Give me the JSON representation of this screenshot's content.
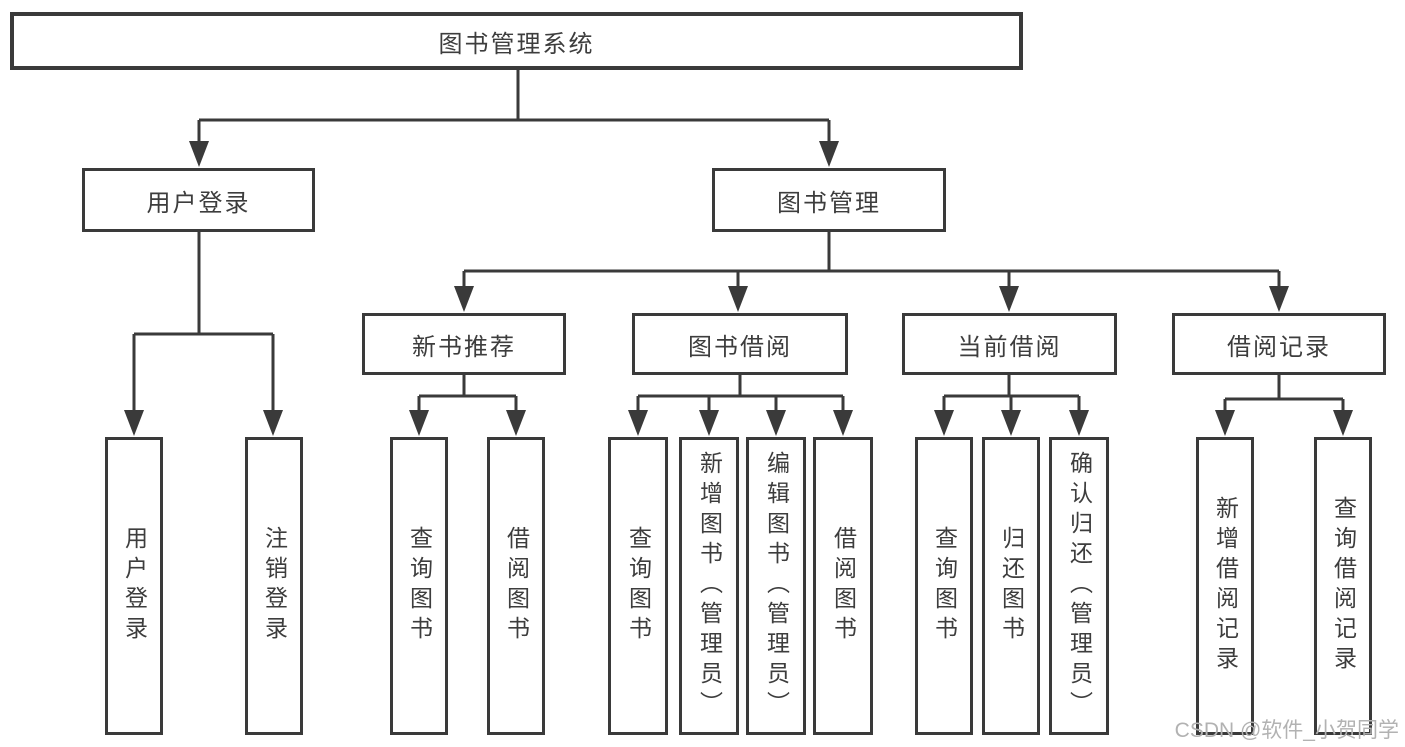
{
  "diagram": {
    "root": {
      "label": "图书管理系统"
    },
    "level2": [
      {
        "id": "user-login",
        "label": "用户登录"
      },
      {
        "id": "book-management",
        "label": "图书管理"
      }
    ],
    "level3": [
      {
        "id": "new-book-recommend",
        "label": "新书推荐",
        "parent": "图书管理"
      },
      {
        "id": "book-borrowing",
        "label": "图书借阅",
        "parent": "图书管理"
      },
      {
        "id": "current-borrowing",
        "label": "当前借阅",
        "parent": "图书管理"
      },
      {
        "id": "borrowing-records",
        "label": "借阅记录",
        "parent": "图书管理"
      }
    ],
    "leaves": [
      {
        "label": "用户登录",
        "parent": "用户登录"
      },
      {
        "label": "注销登录",
        "parent": "用户登录"
      },
      {
        "label": "查询图书",
        "parent": "新书推荐"
      },
      {
        "label": "借阅图书",
        "parent": "新书推荐"
      },
      {
        "label": "查询图书",
        "parent": "图书借阅"
      },
      {
        "label": "新增图书（管理员）",
        "parent": "图书借阅"
      },
      {
        "label": "编辑图书（管理员）",
        "parent": "图书借阅"
      },
      {
        "label": "借阅图书",
        "parent": "图书借阅"
      },
      {
        "label": "查询图书",
        "parent": "当前借阅"
      },
      {
        "label": "归还图书",
        "parent": "当前借阅"
      },
      {
        "label": "确认归还（管理员）",
        "parent": "当前借阅"
      },
      {
        "label": "新增借阅记录",
        "parent": "借阅记录"
      },
      {
        "label": "查询借阅记录",
        "parent": "借阅记录"
      }
    ]
  },
  "watermark": "CSDN @软件_小贺同学",
  "colors": {
    "line": "#3a3a3a",
    "text": "#3d3d3d",
    "watermark": "#b2b2b2",
    "background": "#ffffff"
  }
}
